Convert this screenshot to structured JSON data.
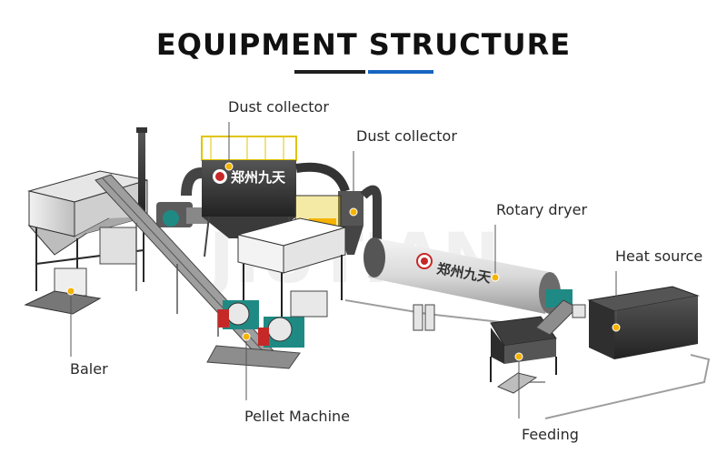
{
  "title": "EQUIPMENT STRUCTURE",
  "colors": {
    "title_text": "#111111",
    "underline_dark": "#1f1f1f",
    "underline_blue": "#1565c0",
    "callout_line": "#555555",
    "marker": "#f5b300",
    "teal_frame": "#1f8a84",
    "red_motor": "#c62828"
  },
  "brand": {
    "mark_text": "郑州九天",
    "watermark": "JIUTIAN"
  },
  "labels": {
    "dust_collector_1": "Dust collector",
    "dust_collector_2": "Dust collector",
    "rotary_dryer": "Rotary dryer",
    "heat_source": "Heat source",
    "baler": "Baler",
    "pellet_machine": "Pellet Machine",
    "feeding": "Feeding"
  }
}
